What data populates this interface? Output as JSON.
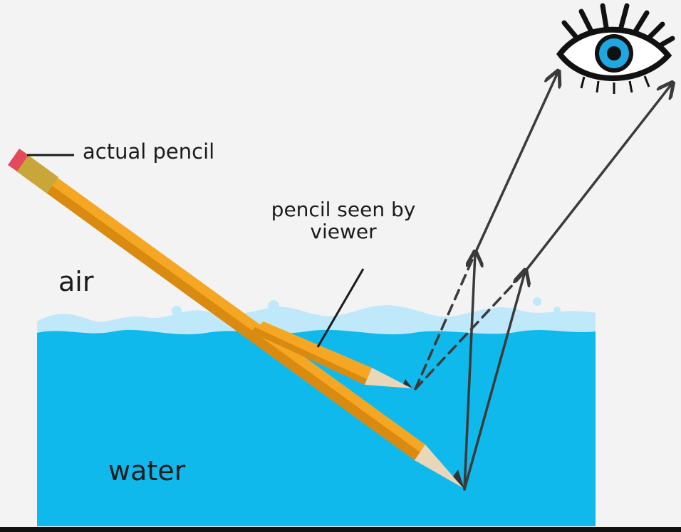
{
  "labels": {
    "actual_pencil": "actual pencil",
    "seen_line1": "pencil seen by",
    "seen_line2": "viewer",
    "air": "air",
    "water": "water"
  },
  "colors": {
    "background": "#f3f3f3",
    "water": "#10b9ec",
    "water_surface": "#bfe9fb",
    "pencil_body": "#f5a623",
    "pencil_shadow": "#d98a10",
    "pencil_tip": "#ead7ba",
    "graphite": "#333333",
    "eraser": "#e14b5b",
    "ferrule": "#c8a63a",
    "ray": "#3a3a3a",
    "eye_iris": "#1ea7e0"
  },
  "icons": {
    "eye": "eye-icon"
  }
}
